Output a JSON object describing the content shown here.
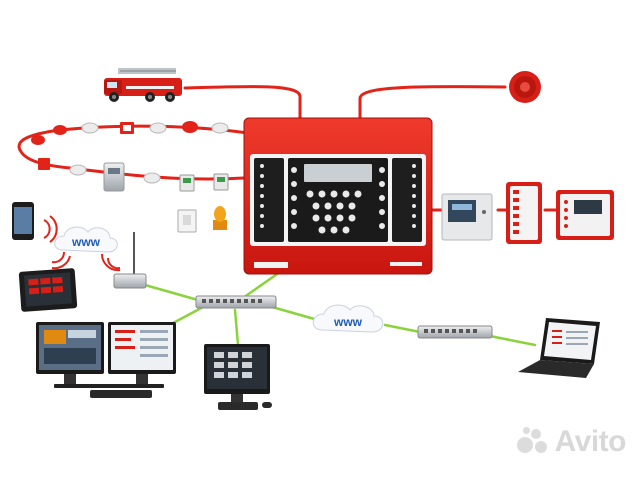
{
  "cloud_labels": {
    "cloud_left": "www",
    "cloud_right": "www"
  },
  "panel": {
    "brand_left": "",
    "brand_right": ""
  },
  "watermark": "Avito",
  "colors": {
    "red": "#e2231a",
    "dark_red": "#b3120d",
    "network_green": "#8bd33c",
    "wire_red": "#e2231a",
    "cloud_blue": "#1e5db5"
  }
}
